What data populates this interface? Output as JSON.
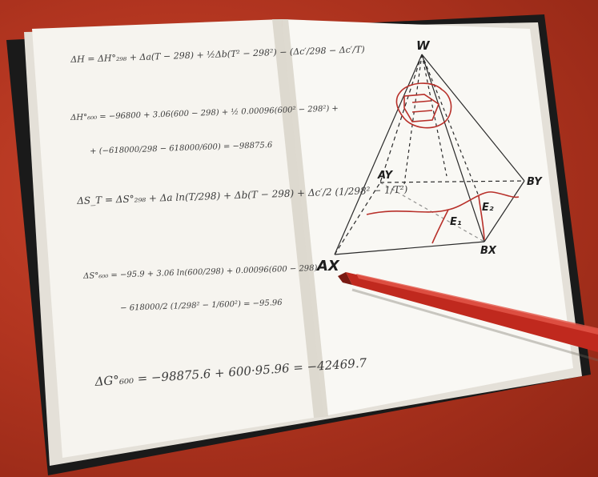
{
  "scene": {
    "subject": "open-notebook-with-handwritten-thermodynamic-equations-and-pyramid-phase-diagram-and-red-pen",
    "colors": {
      "tablecloth": "#b23520",
      "notebook_cover": "#1a1a1a",
      "paper": "#f6f4ef",
      "ink": "#3a3a3a",
      "red_curves": "#b8302a",
      "pen_body": "#c0291e"
    }
  },
  "left_page": {
    "equations": [
      "ΔH = ΔH°₂₉₈ + Δa(T − 298) + ½Δb(T² − 298²) − (Δc′/298 − Δc′/T)",
      "ΔH°₆₀₀ = −96800 + 3.06(600 − 298) + ½ 0.00096(600² − 298²) +",
      "+ (−618000/298 − 618000/600) = −98875.6",
      "ΔS_T = ΔS°₂₉₈ + Δa ln(T/298) + Δb(T − 298) + Δc′/2 (1/298² − 1/T²)",
      "ΔS°₆₀₀ = −95.9 + 3.06 ln(600/298) + 0.00096(600 − 298) −",
      "− 618000/2 (1/298² − 1/600²) = −95.96",
      "ΔG°₆₀₀ = −98875.6 + 600·95.96 = −42469.7"
    ]
  },
  "right_page": {
    "diagram_labels": {
      "apex": "W",
      "back_left": "AY",
      "back_right": "BY",
      "front_left": "AX",
      "front_right": "BX",
      "region_1": "E₁",
      "region_2": "E₂"
    }
  }
}
